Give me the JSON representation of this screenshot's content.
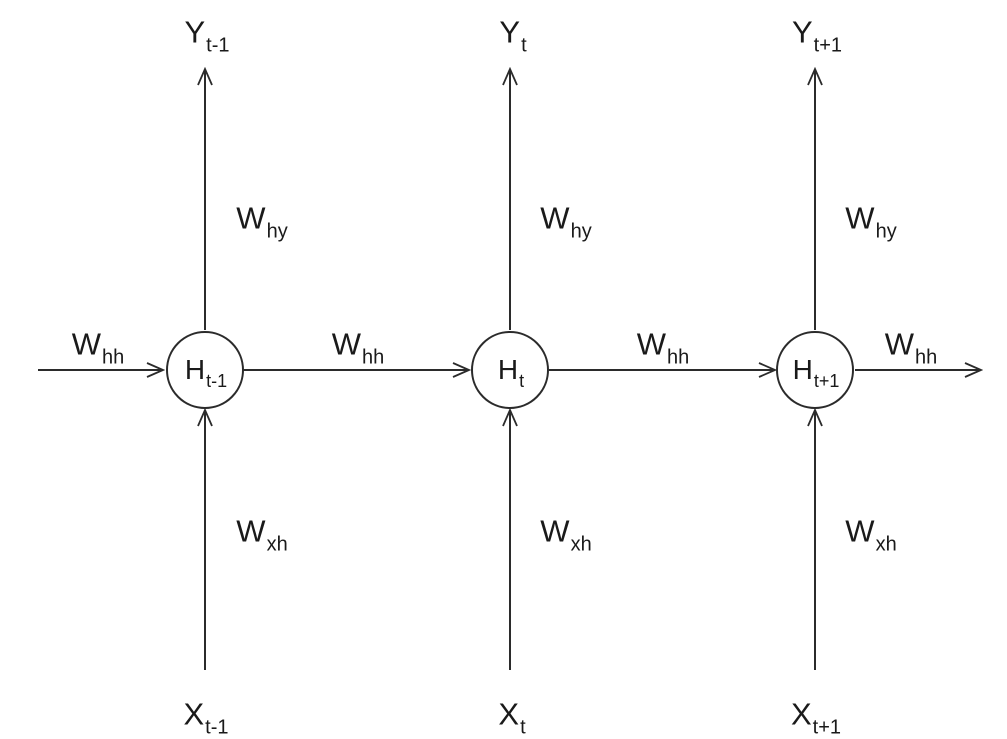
{
  "diagram": {
    "colors": {
      "stroke": "#2b2b2b",
      "text": "#1a1a1a",
      "background": "#ffffff"
    },
    "nodes": [
      {
        "base": "H",
        "sub": "t-1"
      },
      {
        "base": "H",
        "sub": "t"
      },
      {
        "base": "H",
        "sub": "t+1"
      }
    ],
    "outputs": [
      {
        "base": "Y",
        "sub": "t-1"
      },
      {
        "base": "Y",
        "sub": "t"
      },
      {
        "base": "Y",
        "sub": "t+1"
      }
    ],
    "inputs": [
      {
        "base": "X",
        "sub": "t-1"
      },
      {
        "base": "X",
        "sub": "t"
      },
      {
        "base": "X",
        "sub": "t+1"
      }
    ],
    "weights": {
      "hy": [
        {
          "base": "W",
          "sub": "hy"
        },
        {
          "base": "W",
          "sub": "hy"
        },
        {
          "base": "W",
          "sub": "hy"
        }
      ],
      "xh": [
        {
          "base": "W",
          "sub": "xh"
        },
        {
          "base": "W",
          "sub": "xh"
        },
        {
          "base": "W",
          "sub": "xh"
        }
      ],
      "hh": [
        {
          "base": "W",
          "sub": "hh"
        },
        {
          "base": "W",
          "sub": "hh"
        },
        {
          "base": "W",
          "sub": "hh"
        },
        {
          "base": "W",
          "sub": "hh"
        }
      ]
    }
  }
}
